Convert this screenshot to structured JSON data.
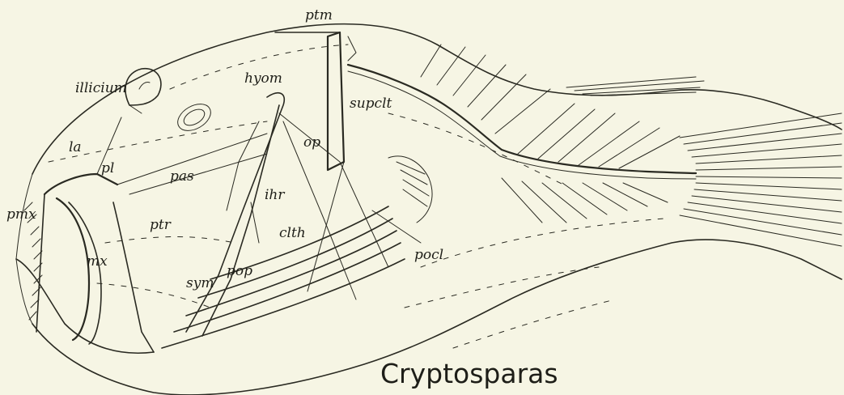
{
  "title": "Cryptosparas",
  "labels": {
    "ptm": "ptm",
    "illicium": "illicium",
    "hyom": "hyom",
    "supclt": "supclt",
    "la": "la",
    "pl": "pl",
    "op": "op",
    "pas": "pas",
    "ihr": "ihr",
    "pmx": "pmx",
    "ptr": "ptr",
    "clth": "clth",
    "pocl": "pocl",
    "mx": "mx",
    "sym": "sym",
    "pop": "pop"
  }
}
